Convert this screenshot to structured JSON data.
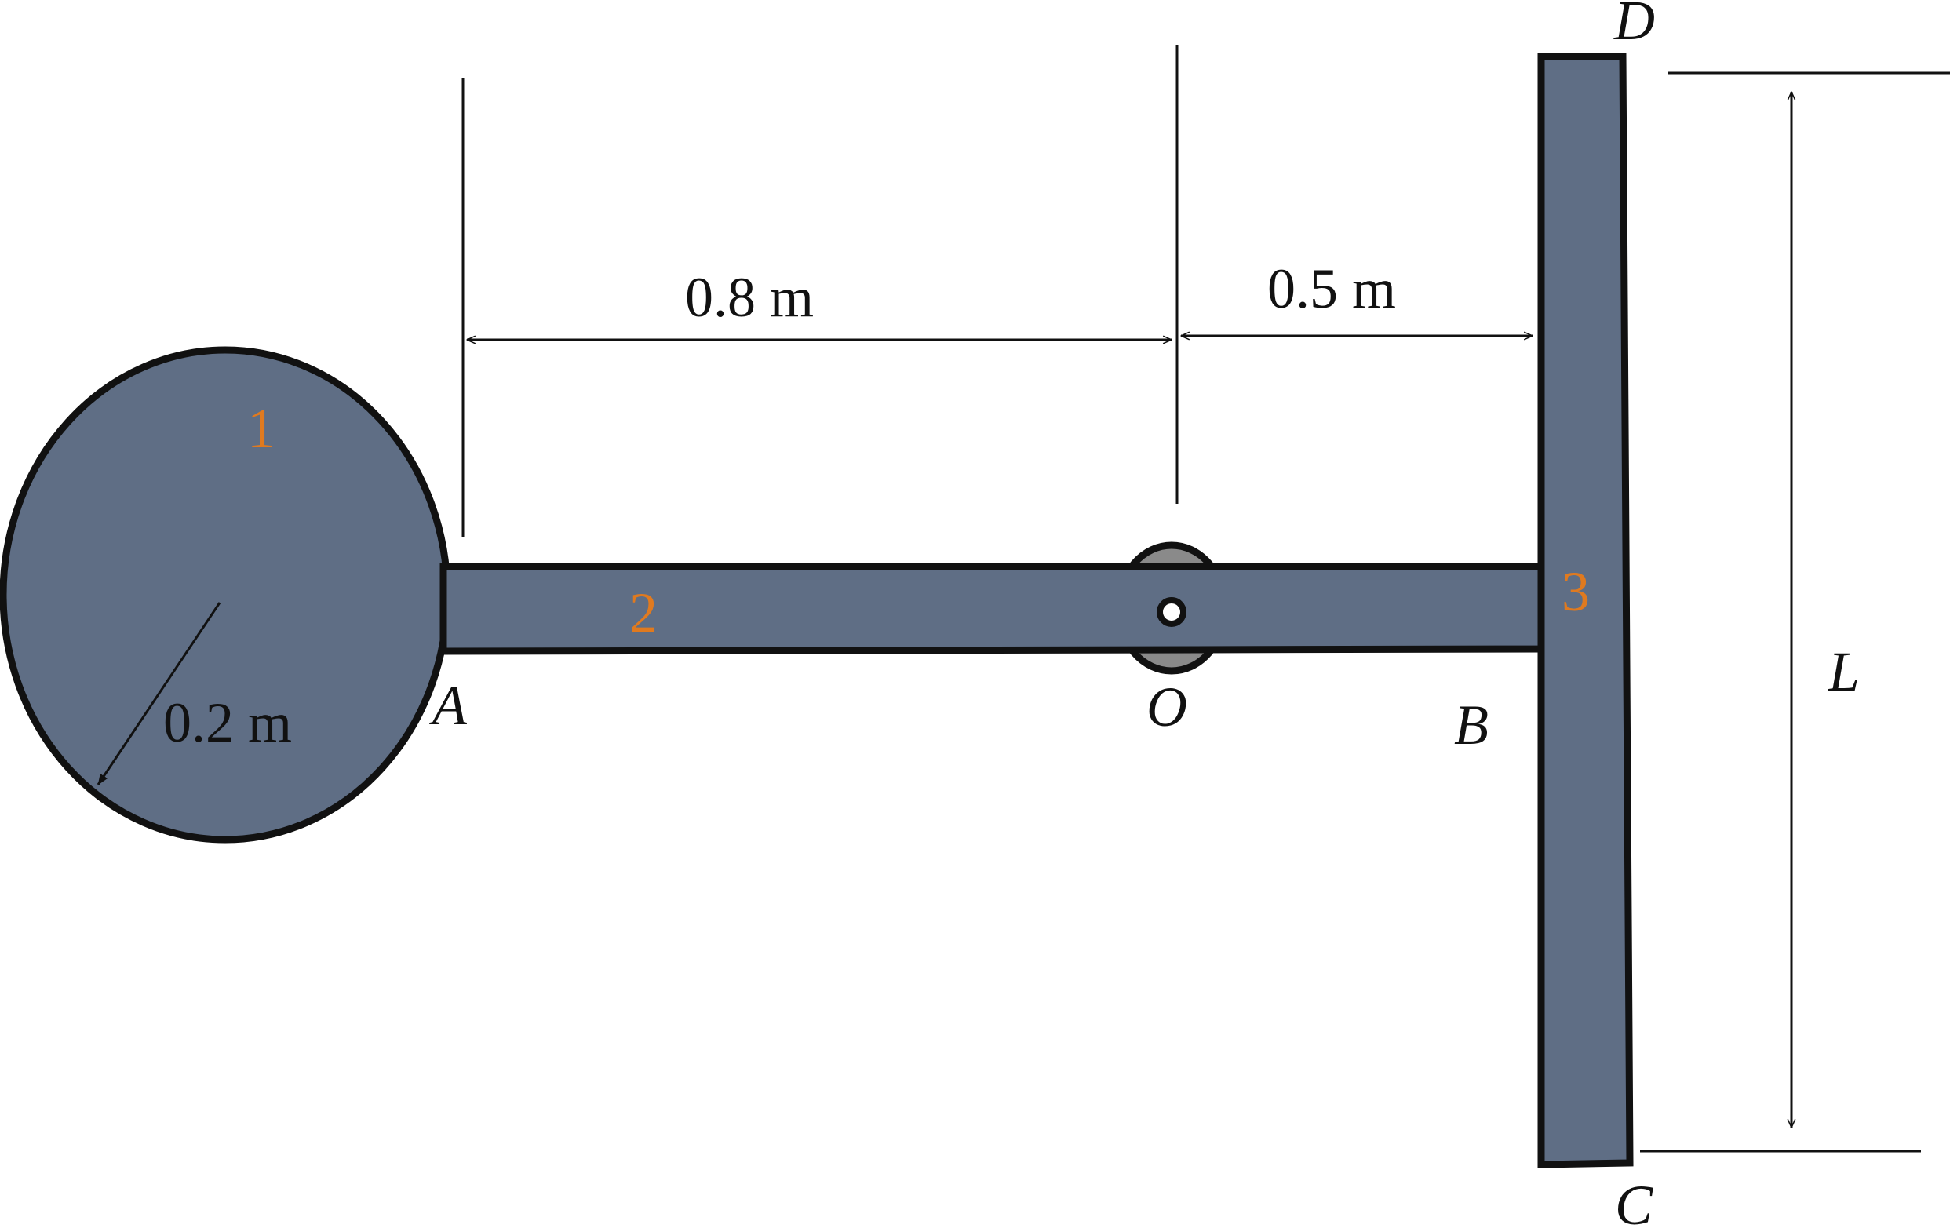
{
  "colors": {
    "body_fill": "#5f6e85",
    "pivot_fill": "#8a8a8a",
    "outline": "#111111",
    "number_color": "#e07a1f"
  },
  "dimensions": {
    "a_to_o": "0.8 m",
    "o_to_b": "0.5 m",
    "disk_radius": "0.2 m",
    "rod_length": "L"
  },
  "points": {
    "a": "A",
    "o": "O",
    "b": "B",
    "c": "C",
    "d": "D"
  },
  "body_numbers": {
    "disk": "1",
    "arm": "2",
    "rod": "3"
  }
}
